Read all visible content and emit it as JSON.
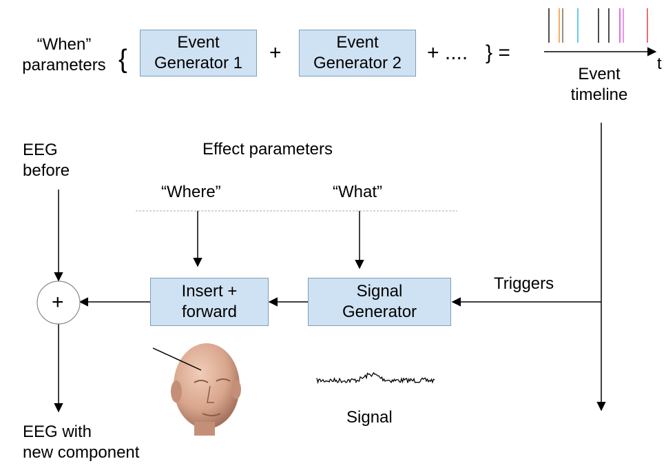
{
  "when_params": {
    "line1": "“When”",
    "line2": "parameters"
  },
  "brace_open": "{",
  "brace_close": "} =",
  "plus": "+",
  "ellipsis_plus": "+ ....",
  "event_generator_1": {
    "line1": "Event",
    "line2": "Generator 1"
  },
  "event_generator_2": {
    "line1": "Event",
    "line2": "Generator 2"
  },
  "time_axis_label": "t",
  "event_timeline": {
    "line1": "Event",
    "line2": "timeline"
  },
  "event_ticks": [
    {
      "color": "#000000"
    },
    {
      "color": "#f28a1f"
    },
    {
      "color": "#7a5a3a"
    },
    {
      "color": "#1fb6e8"
    },
    {
      "color": "#000000"
    },
    {
      "color": "#000000"
    },
    {
      "color": "#cc33cc"
    },
    {
      "color": "#e066e0"
    },
    {
      "color": "#e03030"
    }
  ],
  "eeg_before": {
    "line1": "EEG",
    "line2": "before"
  },
  "effect_parameters": "Effect parameters",
  "where": "“Where”",
  "what": "“What”",
  "sum_node": "+",
  "insert_forward": {
    "line1": "Insert +",
    "line2": "forward"
  },
  "signal_generator": {
    "line1": "Signal",
    "line2": "Generator"
  },
  "triggers": "Triggers",
  "signal": "Signal",
  "eeg_with": {
    "line1": "EEG with",
    "line2": "new component"
  },
  "colors": {
    "box_fill": "#cfe2f3",
    "box_border": "#7f9db5",
    "head": "#d8a58c"
  }
}
